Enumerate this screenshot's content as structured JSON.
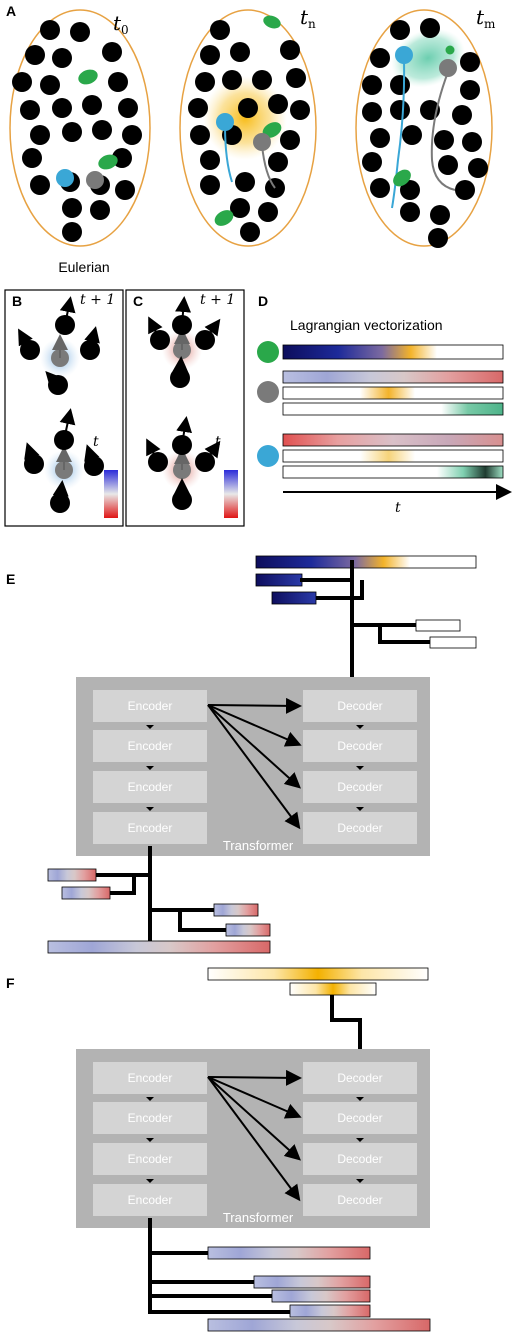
{
  "panels": {
    "A": "A",
    "B": "B",
    "C": "C",
    "D": "D",
    "E": "E",
    "F": "F"
  },
  "time_labels": {
    "t0": "t",
    "t0_sub": "0",
    "tn": "t",
    "tn_sub": "n",
    "tm": "t",
    "tm_sub": "m",
    "t_plus_1": "t + 1",
    "t": "t"
  },
  "captions": {
    "eulerian": "Eulerian",
    "lagrangian": "Lagrangian vectorization"
  },
  "blocks": {
    "encoder": "Encoder",
    "decoder": "Decoder",
    "transformer": "Transformer"
  },
  "colors": {
    "border": "#e7a243",
    "green": "#2aa84a",
    "cyan": "#3aa7d6",
    "gray_cell": "#7a7a7a",
    "yellow_glow": "#f7c13c",
    "teal_glow": "#5cc9a7",
    "transformer_bg": "#b3b3b3",
    "block_bg": "#d4d4d4"
  }
}
